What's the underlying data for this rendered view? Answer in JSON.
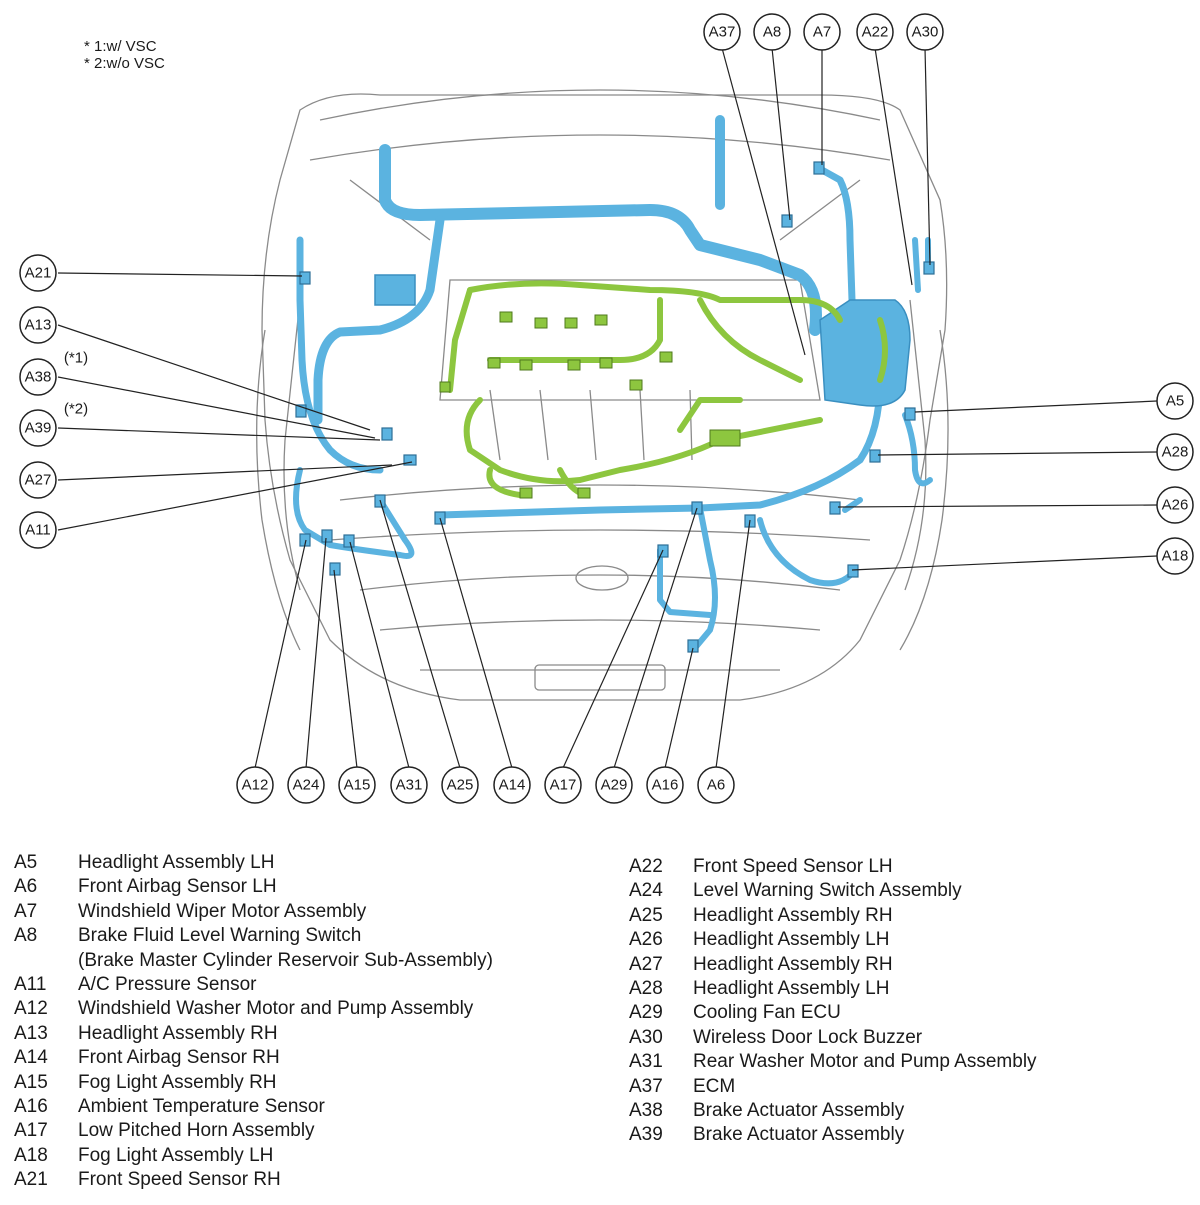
{
  "notes": [
    {
      "text": "* 1:w/ VSC"
    },
    {
      "text": "* 2:w/o VSC"
    }
  ],
  "variant_marks": {
    "a38": "(*1)",
    "a39": "(*2)"
  },
  "colors": {
    "harness_main": "#5bb3e0",
    "harness_engine": "#8dc63f",
    "outline": "#8a8a8a",
    "label_line": "#222222"
  },
  "connectors": {
    "a37": "A37",
    "a8": "A8",
    "a7": "A7",
    "a22": "A22",
    "a30": "A30",
    "a21": "A21",
    "a13": "A13",
    "a38": "A38",
    "a39": "A39",
    "a27": "A27",
    "a11": "A11",
    "a5": "A5",
    "a28": "A28",
    "a26": "A26",
    "a18": "A18",
    "a12": "A12",
    "a24": "A24",
    "a15": "A15",
    "a31": "A31",
    "a25": "A25",
    "a14": "A14",
    "a17": "A17",
    "a29": "A29",
    "a16": "A16",
    "a6": "A6"
  },
  "legend_left": [
    {
      "code": "A5",
      "desc": "Headlight Assembly LH"
    },
    {
      "code": "A6",
      "desc": "Front Airbag Sensor LH"
    },
    {
      "code": "A7",
      "desc": "Windshield Wiper Motor Assembly"
    },
    {
      "code": "A8",
      "desc": "Brake Fluid Level Warning Switch"
    },
    {
      "code": "",
      "desc": "(Brake Master Cylinder Reservoir Sub-Assembly)"
    },
    {
      "code": "A11",
      "desc": "A/C Pressure Sensor"
    },
    {
      "code": "A12",
      "desc": "Windshield Washer Motor and Pump Assembly"
    },
    {
      "code": "A13",
      "desc": "Headlight Assembly RH"
    },
    {
      "code": "A14",
      "desc": "Front Airbag Sensor RH"
    },
    {
      "code": "A15",
      "desc": "Fog Light Assembly RH"
    },
    {
      "code": "A16",
      "desc": "Ambient Temperature Sensor"
    },
    {
      "code": "A17",
      "desc": "Low Pitched Horn Assembly"
    },
    {
      "code": "A18",
      "desc": "Fog Light Assembly LH"
    },
    {
      "code": "A21",
      "desc": "Front Speed Sensor RH"
    }
  ],
  "legend_right": [
    {
      "code": "A22",
      "desc": "Front Speed Sensor LH"
    },
    {
      "code": "A24",
      "desc": "Level Warning Switch Assembly"
    },
    {
      "code": "A25",
      "desc": "Headlight Assembly RH"
    },
    {
      "code": "A26",
      "desc": "Headlight Assembly LH"
    },
    {
      "code": "A27",
      "desc": "Headlight Assembly RH"
    },
    {
      "code": "A28",
      "desc": "Headlight Assembly LH"
    },
    {
      "code": "A29",
      "desc": "Cooling Fan ECU"
    },
    {
      "code": "A30",
      "desc": "Wireless Door Lock Buzzer"
    },
    {
      "code": "A31",
      "desc": "Rear Washer Motor and Pump Assembly"
    },
    {
      "code": "A37",
      "desc": "ECM"
    },
    {
      "code": "A38",
      "desc": "Brake Actuator Assembly"
    },
    {
      "code": "A39",
      "desc": "Brake Actuator Assembly"
    }
  ]
}
